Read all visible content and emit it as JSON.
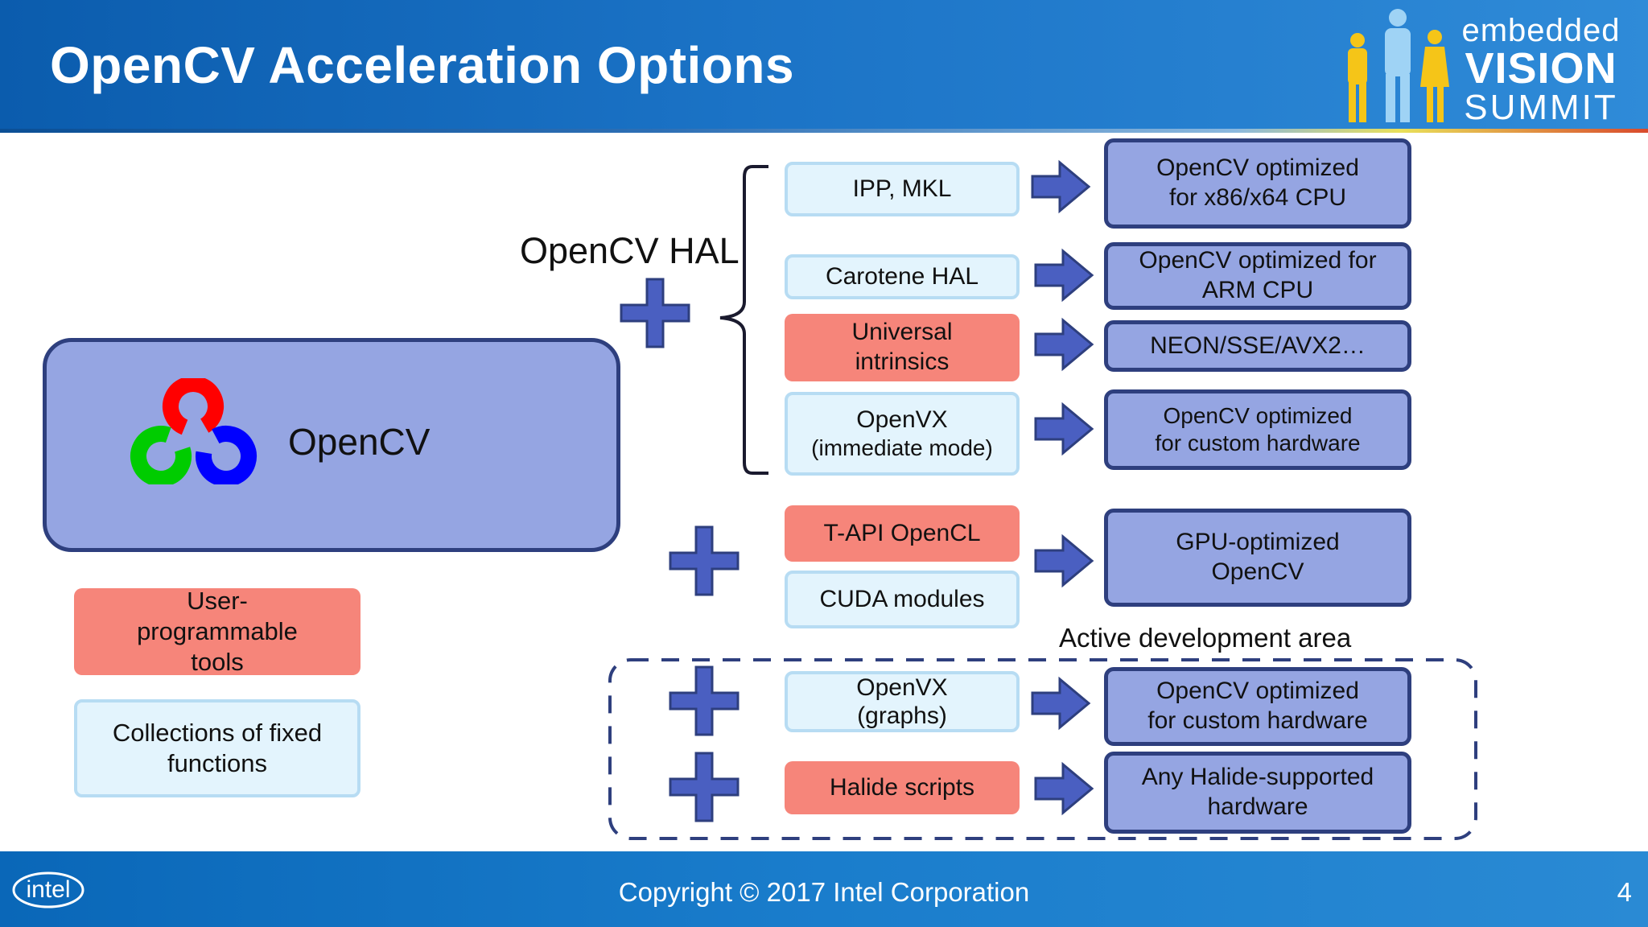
{
  "title": "OpenCV Acceleration Options",
  "logo": {
    "line1": "embedded",
    "line2": "VISION",
    "line3": "SUMMIT"
  },
  "footer": {
    "copyright": "Copyright © 2017 Intel Corporation",
    "page": "4",
    "brand": "intel"
  },
  "opencv": {
    "label": "OpenCV"
  },
  "hal_label": "OpenCV HAL",
  "active_area_label": "Active development area",
  "legend": {
    "user": "User-programmable tools",
    "fixed": "Collections of fixed functions"
  },
  "sources": {
    "ipp": "IPP, MKL",
    "carotene": "Carotene HAL",
    "universal": "Universal intrinsics",
    "openvx_immediate": [
      "OpenVX",
      "(immediate mode)"
    ],
    "tapi": "T-API OpenCL",
    "cuda": "CUDA modules",
    "openvx_graphs": [
      "OpenVX",
      "(graphs)"
    ],
    "halide": "Halide scripts"
  },
  "targets": {
    "x86": [
      "OpenCV optimized",
      "for x86/x64 CPU"
    ],
    "arm": [
      "OpenCV optimized for",
      "ARM CPU"
    ],
    "simd": "NEON/SSE/AVX2…",
    "custom_hw_1": [
      "OpenCV optimized",
      "for custom hardware"
    ],
    "gpu": [
      "GPU-optimized",
      "OpenCV"
    ],
    "custom_hw_2": [
      "OpenCV optimized",
      "for custom hardware"
    ],
    "halide_hw": [
      "Any Halide-supported",
      "hardware"
    ]
  },
  "colors": {
    "header_blue": "#1b73c6",
    "node_blue": "#95a5e2",
    "node_border": "#2e3f7e",
    "user_tool_red": "#f6857a",
    "fixed_function_light": "#e3f4fd",
    "arrow_blue": "#4a5fc1"
  }
}
